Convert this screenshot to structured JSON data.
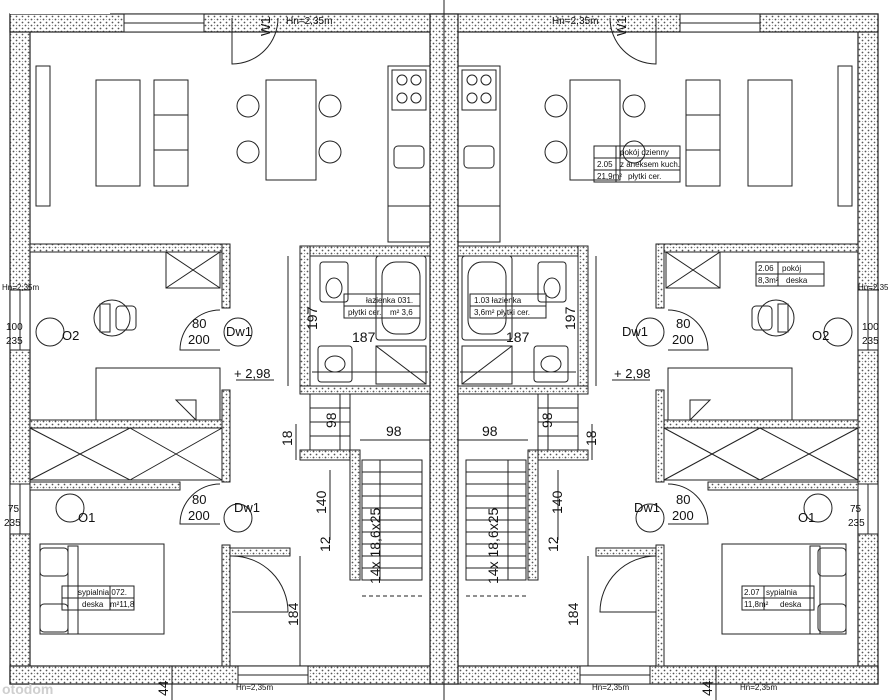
{
  "levels": {
    "hn_top": "Hn=2,35m",
    "hn_bottom": "Hn=2,35m",
    "hn_side": "Hn=2,35m",
    "floor_mark": "+ 2,98"
  },
  "door_marks": {
    "w1": "W1",
    "dw1": "Dw1",
    "o1": "O1",
    "o2": "O2"
  },
  "door_sizes": {
    "w80": "80",
    "h200": "200",
    "w75": "75",
    "h235": "235",
    "w100": "100"
  },
  "dims": {
    "d187": "187",
    "d197": "197",
    "d98": "98",
    "d18": "18",
    "d140": "140",
    "d12": "12",
    "d184": "184",
    "d44": "44"
  },
  "stairs": "14x 18,6x25",
  "rooms": {
    "left_bath": {
      "l1": "łazienka 031.",
      "l2": "płytki cer.",
      "area": "m² 3,6"
    },
    "right_bath": {
      "l1": "1.03 łazienka",
      "l2": "3,6m² płytki cer."
    },
    "right_living": {
      "num": "2.05",
      "l1": "pokój dzienny",
      "l2": "z aneksem kuch.",
      "area": "21,9m²",
      "floor": "płytki cer."
    },
    "right_room": {
      "num": "2.06",
      "name": "pokój",
      "area": "8,3m²",
      "floor": "deska"
    },
    "left_bedroom": {
      "l1": "sypialnia 072.",
      "l2": "deska",
      "area": "m²11,8"
    },
    "right_bedroom": {
      "num": "2.07",
      "name": "sypialnia",
      "area": "11,8m²",
      "floor": "deska"
    }
  },
  "watermark": "otodom"
}
